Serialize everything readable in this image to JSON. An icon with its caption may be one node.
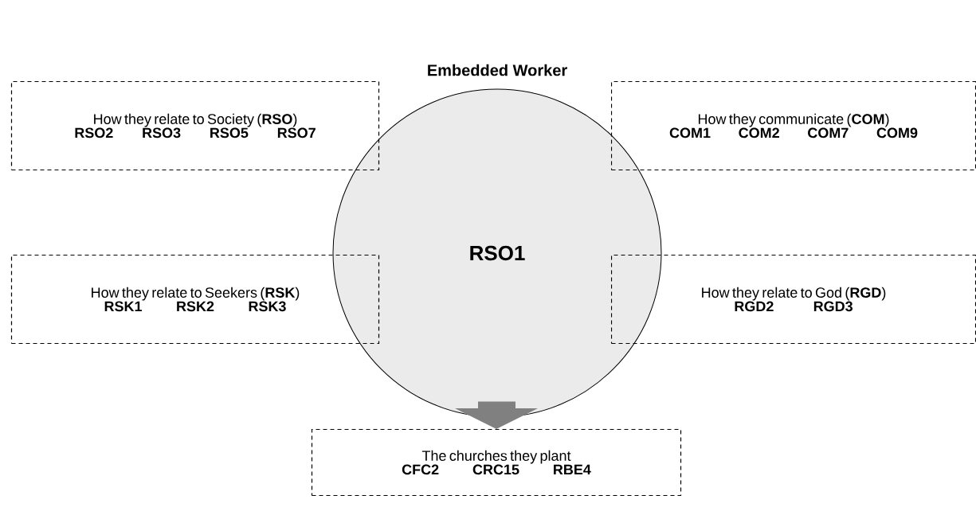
{
  "diagram": {
    "nodes": [
      {
        "text": [
          "RSO1"
        ],
        "beside": [
          "Embedded Worker"
        ]
      },
      {
        "text": [
          "How they relate to Society (**RSO**)",
          "RSO2 RSO3 RSO5 RSO7"
        ]
      },
      {
        "text": [
          "How they communicate (**COM**)",
          "COM1 COM2 COM7 COM9"
        ]
      },
      {
        "text": [
          "How they relate to Seekers (**RSK**)",
          "RSK1 RSK2 RSK3"
        ]
      },
      {
        "text": [
          "How they relate to God (**RGD**)",
          "RGD2 RGD3"
        ]
      },
      {
        "text": [
          "The churches they plant",
          "CFC2 CRC15 RBE4"
        ]
      }
    ],
    "edges": [
      {
        "from": 0,
        "to": 5,
        "arrow": "to",
        "style": "thick",
        "color": "#808080"
      }
    ]
  }
}
